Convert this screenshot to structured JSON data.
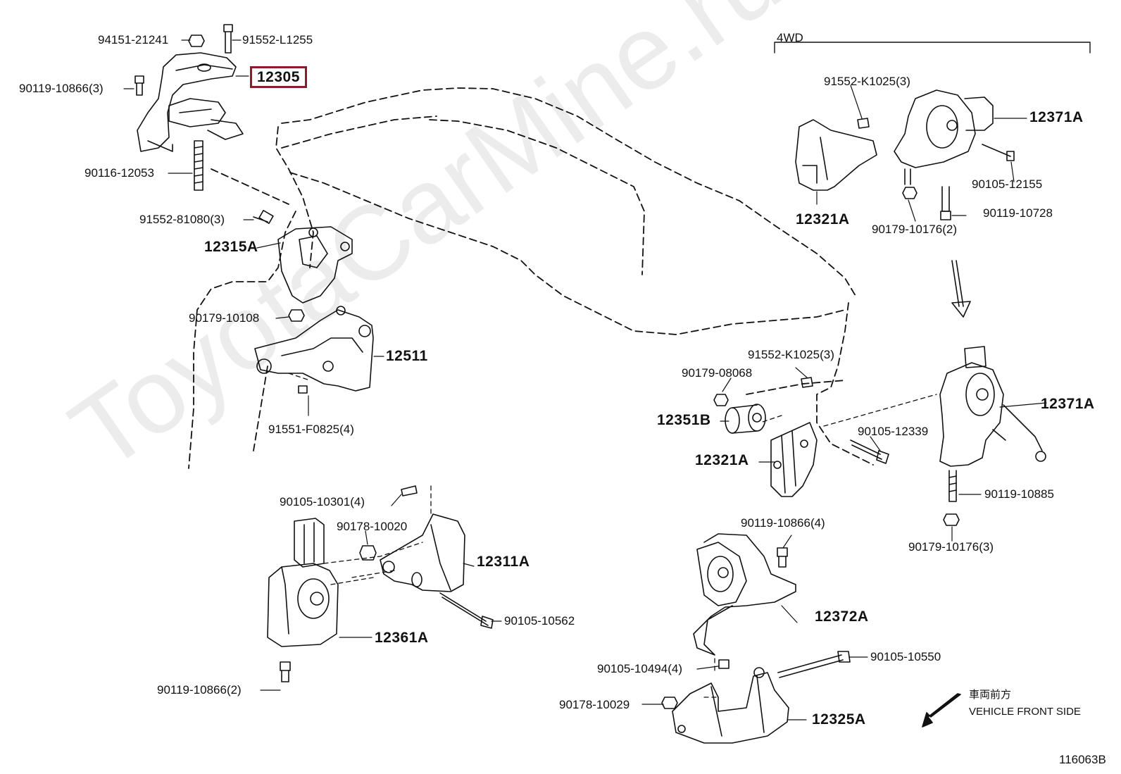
{
  "watermark": "ToyotaCarMine.ru",
  "section_label": "4WD",
  "selected_part": "12305",
  "diagram_id": "116063B",
  "front_note": {
    "jp": "車両前方",
    "en": "VEHICLE FRONT SIDE"
  },
  "labels": {
    "l94151": "94151-21241",
    "l91552_L1255": "91552-L1255",
    "l90119_10866_3": "90119-10866(3)",
    "l90116": "90116-12053",
    "l91552_81080": "91552-81080(3)",
    "l12315A": "12315A",
    "l90179_10108": "90179-10108",
    "l12511": "12511",
    "l91551": "91551-F0825(4)",
    "l90105_10301": "90105-10301(4)",
    "l90178_10020": "90178-10020",
    "l12311A": "12311A",
    "l90105_10562": "90105-10562",
    "l12361A": "12361A",
    "l90119_10866_2": "90119-10866(2)",
    "l91552_K1025_top": "91552-K1025(3)",
    "l12371A_top": "12371A",
    "l90105_12155": "90105-12155",
    "l12321A_top": "12321A",
    "l90179_10176_2": "90179-10176(2)",
    "l90119_10728": "90119-10728",
    "l91552_K1025_mid": "91552-K1025(3)",
    "l90179_08068": "90179-08068",
    "l12351B": "12351B",
    "l12321A_mid": "12321A",
    "l90105_12339": "90105-12339",
    "l12371A_mid": "12371A",
    "l90119_10885": "90119-10885",
    "l90179_10176_3": "90179-10176(3)",
    "l90119_10866_4": "90119-10866(4)",
    "l12372A": "12372A",
    "l90105_10494": "90105-10494(4)",
    "l90105_10550": "90105-10550",
    "l90178_10029": "90178-10029",
    "l12325A": "12325A"
  }
}
